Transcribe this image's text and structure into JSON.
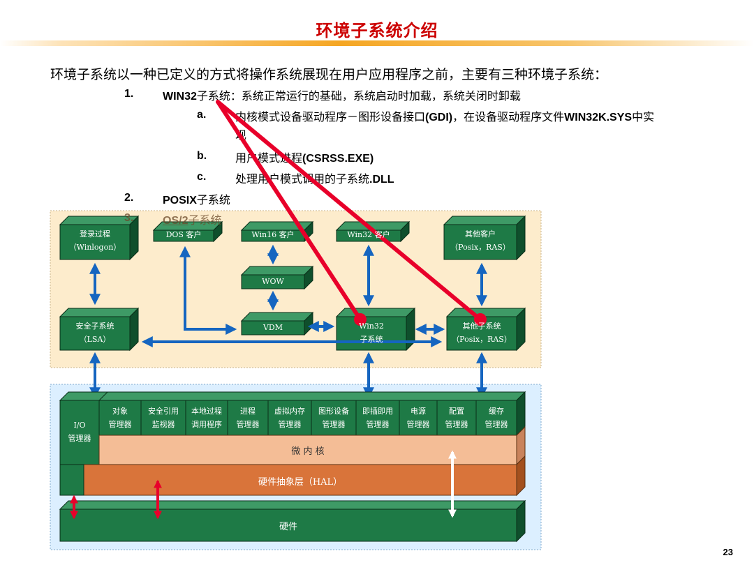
{
  "slide": {
    "title": "环境子系统介绍",
    "intro": "环境子系统以一种已定义的方式将操作系统展现在用户应用程序之前，主要有三种环境子系统：",
    "page_number": "23"
  },
  "list": [
    {
      "num": "1.",
      "bold": "WIN32",
      "text": "子系统：系统正常运行的基础，系统启动时加载，系统关闭时卸载"
    },
    {
      "num": "a.",
      "text1": "内核模式设备驱动程序－图形设备接口",
      "bold1": "(GDI)",
      "text2": "，在设备驱动程序文件",
      "bold2": "WIN32K.SYS",
      "text3": "中实",
      "cont": "现"
    },
    {
      "num": "b.",
      "text": "用户模式进程",
      "bold": "(CSRSS.EXE)"
    },
    {
      "num": "c.",
      "text": "处理用户模式调用的子系统",
      "bold": ".DLL"
    },
    {
      "num": "2.",
      "bold": "POSIX",
      "text": "子系统"
    },
    {
      "num": "3.",
      "bold": "OS/2",
      "text": "子系统"
    }
  ],
  "diagram": {
    "top_boxes": {
      "logon": [
        "登录过程",
        "（Winlogon）"
      ],
      "dos": "DOS 客户",
      "win16": "Win16 客户",
      "win32client": "Win32 客户",
      "other_client": [
        "其他客户",
        "（Posix，RAS）"
      ],
      "wow": "WOW",
      "lsa": [
        "安全子系统",
        "（LSA）"
      ],
      "vdm": "VDM",
      "win32sub": [
        "Win32",
        "子系统"
      ],
      "other_sub": [
        "其他子系统",
        "（Posix，RAS）"
      ]
    },
    "executive": {
      "io": [
        "I/O",
        "管理器"
      ],
      "managers": [
        [
          "对象",
          "管理器"
        ],
        [
          "安全引用",
          "监视器"
        ],
        [
          "本地过程",
          "调用程序"
        ],
        [
          "进程",
          "管理器"
        ],
        [
          "虚拟内存",
          "管理器"
        ],
        [
          "图形设备",
          "管理器"
        ],
        [
          "即插即用",
          "管理器"
        ],
        [
          "电源",
          "管理器"
        ],
        [
          "配置",
          "管理器"
        ],
        [
          "缓存",
          "管理器"
        ]
      ],
      "kernel": "微 内 核",
      "hal": "硬件抽象层（HAL）",
      "hardware": "硬件"
    },
    "colors": {
      "box_front": "#1e7a46",
      "box_top": "#3e9a66",
      "box_side": "#0f4f2c",
      "user_bg": "#fdeccc",
      "kernel_bg": "#dcefff",
      "arrow_blue": "#1565c0",
      "annotation_red": "#e8002a",
      "kernel_fill": "#f4bd96",
      "hal_fill": "#d9743a"
    }
  }
}
